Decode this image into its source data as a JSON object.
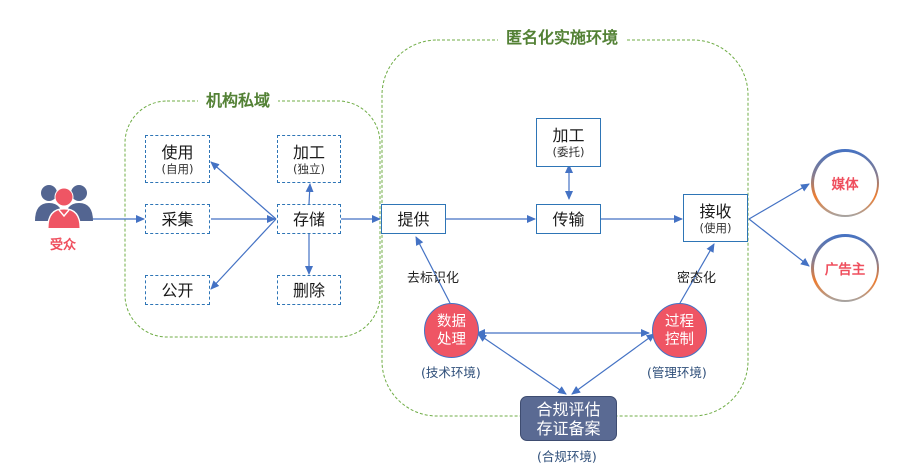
{
  "diagram": {
    "colors": {
      "region_border": "#70ad47",
      "region_title": "#538135",
      "box_border": "#2e75b6",
      "arrow": "#4472c4",
      "circle_fill": "#ef5564",
      "compliance_fill": "#5a6a93",
      "accent_red": "#ef4f5e"
    },
    "audience": {
      "label": "受众",
      "icon": "people-group-icon"
    },
    "private_domain": {
      "title": "机构私域",
      "nodes": {
        "use": {
          "main": "使用",
          "sub": "(自用)"
        },
        "process_independent": {
          "main": "加工",
          "sub": "(独立)"
        },
        "collect": {
          "main": "采集"
        },
        "store": {
          "main": "存储"
        },
        "publish": {
          "main": "公开"
        },
        "delete": {
          "main": "删除"
        }
      }
    },
    "anonymization_env": {
      "title": "匿名化实施环境",
      "nodes": {
        "provide": {
          "main": "提供"
        },
        "process_entrusted": {
          "main": "加工",
          "sub": "(委托)"
        },
        "transfer": {
          "main": "传输"
        },
        "receive": {
          "main": "接收",
          "sub": "(使用)"
        }
      },
      "edge_labels": {
        "deidentify": "去标识化",
        "secure_state": "密态化"
      },
      "data_processing": {
        "line1": "数据",
        "line2": "处理",
        "env": "(技术环境)"
      },
      "process_control": {
        "line1": "过程",
        "line2": "控制",
        "env": "(管理环境)"
      }
    },
    "compliance": {
      "line1": "合规评估",
      "line2": "存证备案",
      "env": "(合规环境)"
    },
    "recipients": [
      {
        "label": "媒体"
      },
      {
        "label": "广告主"
      }
    ]
  }
}
